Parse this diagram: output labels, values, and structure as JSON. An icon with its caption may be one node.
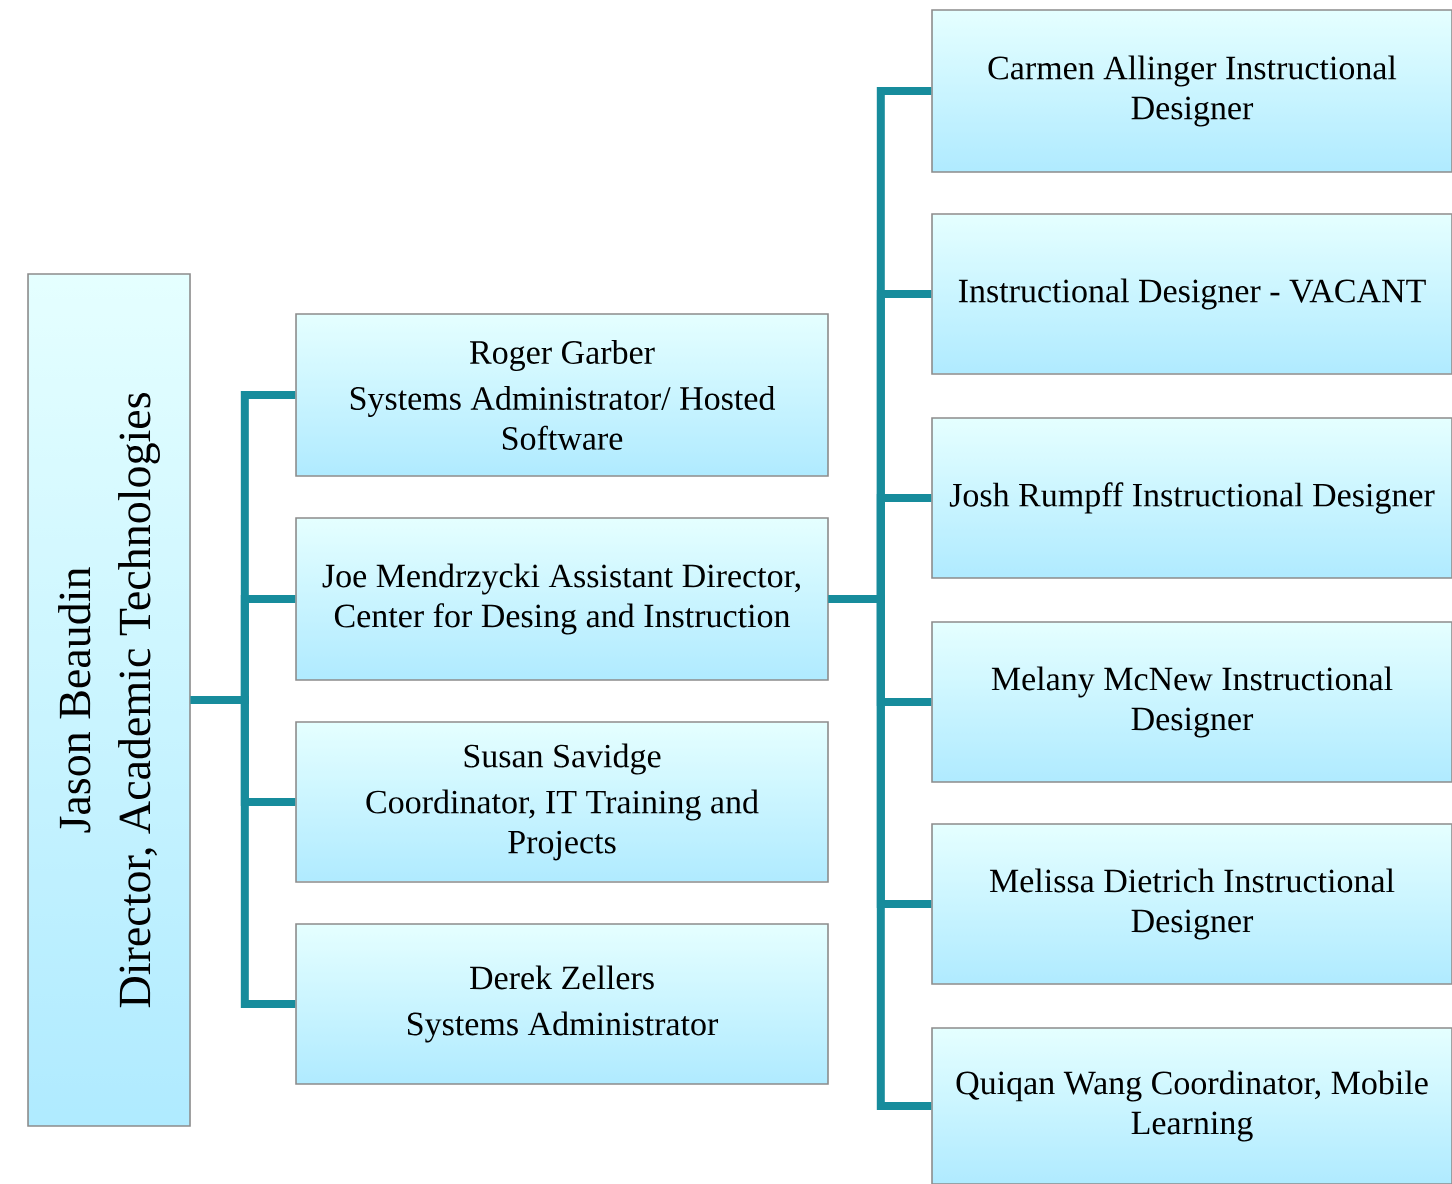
{
  "diagram": {
    "nodes": [
      {
        "text": [
          "Jason Beaudin",
          "Director, Academic Technologies"
        ]
      },
      {
        "text": [
          "Roger Garber",
          "Systems Administrator/ Hosted Software"
        ]
      },
      {
        "text": [
          "Joe Mendrzycki Assistant Director, Center for Desing and Instruction"
        ]
      },
      {
        "text": [
          "Susan Savidge",
          "Coordinator, IT Training and Projects"
        ]
      },
      {
        "text": [
          "Derek Zellers",
          "Systems Administrator"
        ]
      },
      {
        "text": [
          "Carmen Allinger Instructional Designer"
        ]
      },
      {
        "text": [
          "Instructional Designer - VACANT"
        ]
      },
      {
        "text": [
          "Josh Rumpff Instructional Designer"
        ]
      },
      {
        "text": [
          "Melany McNew Instructional Designer"
        ]
      },
      {
        "text": [
          "Melissa Dietrich Instructional Designer"
        ]
      },
      {
        "text": [
          "Quiqan Wang Coordinator, Mobile Learning"
        ]
      }
    ],
    "edges": [
      {
        "from": 0,
        "to": 1,
        "arrow": "none"
      },
      {
        "from": 0,
        "to": 2,
        "arrow": "none"
      },
      {
        "from": 0,
        "to": 3,
        "arrow": "none"
      },
      {
        "from": 0,
        "to": 4,
        "arrow": "none"
      },
      {
        "from": 2,
        "to": 5,
        "arrow": "none"
      },
      {
        "from": 2,
        "to": 6,
        "arrow": "none"
      },
      {
        "from": 2,
        "to": 7,
        "arrow": "none"
      },
      {
        "from": 2,
        "to": 8,
        "arrow": "none"
      },
      {
        "from": 2,
        "to": 9,
        "arrow": "none"
      },
      {
        "from": 2,
        "to": 10,
        "arrow": "none"
      }
    ]
  }
}
